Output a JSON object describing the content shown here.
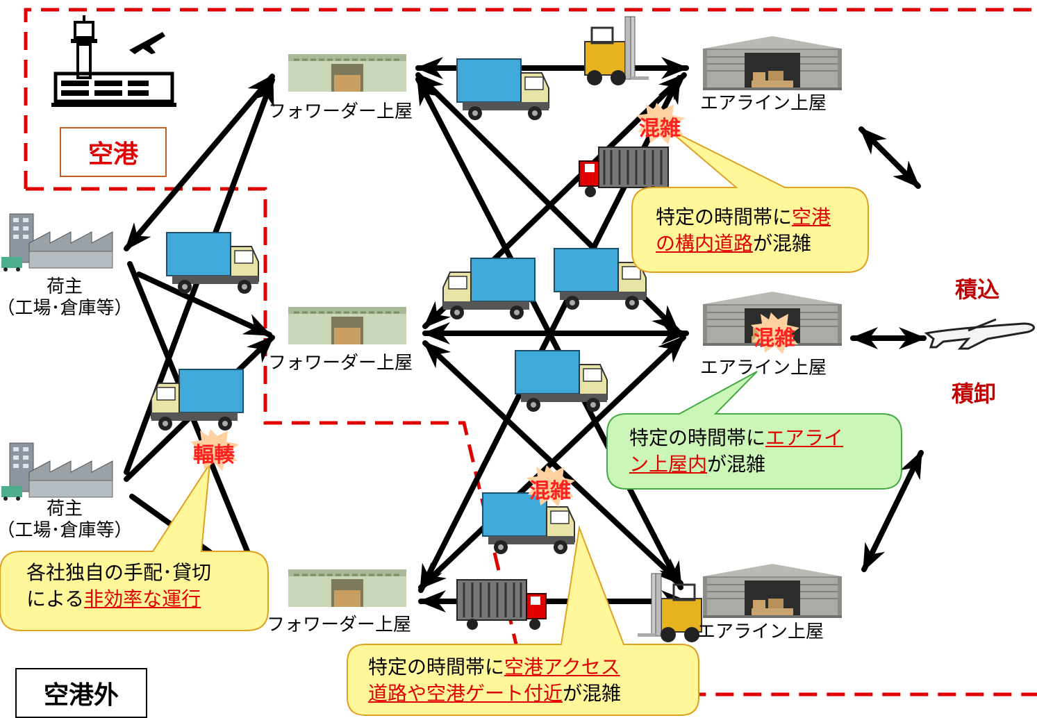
{
  "zones": {
    "airport_label": "空港",
    "outside_label": "空港外"
  },
  "nodes": {
    "forwarder": "フォワーダー上屋",
    "airline": "エアライン上屋",
    "shipper_line1": "荷主",
    "shipper_line2": "（工場･倉庫等）"
  },
  "operations": {
    "loading": "積込",
    "unloading": "積卸"
  },
  "bursts": {
    "congestion": "混雑",
    "converge": "輻輳"
  },
  "callouts": {
    "c1": {
      "pre": "特定の時間帯に",
      "u1": "空港",
      "u2": "の構内道路",
      "post": "が混雑"
    },
    "c2": {
      "pre": "特定の時間帯に",
      "u1": "エアライ",
      "u2": "ン上屋内",
      "post": "が混雑"
    },
    "c3": {
      "pre": "特定の時間帯に",
      "u1": "空港アクセス",
      "u2": "道路や空港ゲート付近",
      "post": "が混雑"
    },
    "c4": {
      "pre1": "各社独自の手配･貸切",
      "pre2": "による",
      "u": "非効率な運行"
    }
  },
  "colors": {
    "dash": "#e00000",
    "truck_cover": "#3fa9d9",
    "truck_cab": "#e8e4a8",
    "callout_yellow": "#fff79a",
    "callout_green": "#ccf5b8",
    "burst": "#ffd0a0"
  }
}
